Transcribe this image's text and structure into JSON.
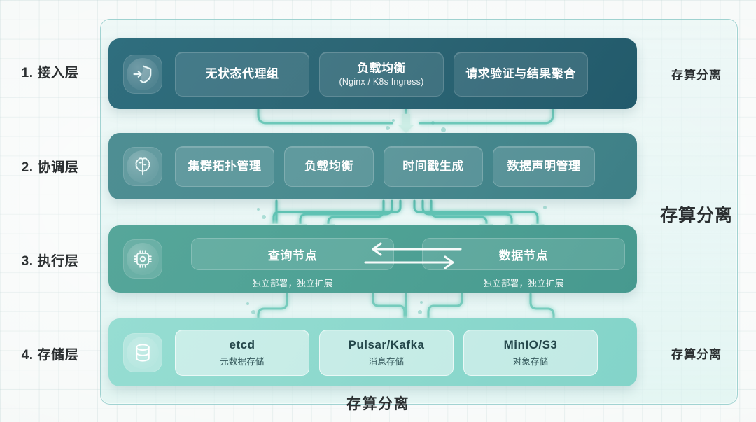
{
  "diagram": {
    "bottom_caption": "存算分离",
    "side_labels": {
      "top": "存算分离",
      "middle": "存算分离",
      "bottom": "存算分离"
    },
    "colors": {
      "layer1": "#2d6675",
      "layer2": "#4a8b90",
      "layer3": "#4fa295",
      "layer4": "#8ed9ce",
      "connector": "#6fc8bb",
      "panel_border": "#88c6c4",
      "grid": "#b4cdcd",
      "text_dark": "#2b2f31"
    },
    "layers": [
      {
        "label": "1. 接入层",
        "icon": "shield-login-icon",
        "cards": [
          {
            "title": "无状态代理组",
            "subtitle": ""
          },
          {
            "title": "负载均衡",
            "subtitle": "(Nginx / K8s Ingress)"
          },
          {
            "title": "请求验证与结果聚合",
            "subtitle": ""
          }
        ]
      },
      {
        "label": "2. 协调层",
        "icon": "brain-icon",
        "cards": [
          {
            "title": "集群拓扑管理",
            "subtitle": ""
          },
          {
            "title": "负载均衡",
            "subtitle": ""
          },
          {
            "title": "时间戳生成",
            "subtitle": ""
          },
          {
            "title": "数据声明管理",
            "subtitle": ""
          }
        ]
      },
      {
        "label": "3. 执行层",
        "icon": "cpu-chip-icon",
        "nodes": [
          {
            "title": "查询节点",
            "subtitle": "独立部署，独立扩展"
          },
          {
            "title": "数据节点",
            "subtitle": "独立部署，独立扩展"
          }
        ]
      },
      {
        "label": "4. 存储层",
        "icon": "database-icon",
        "cards": [
          {
            "title": "etcd",
            "subtitle": "元数据存储"
          },
          {
            "title": "Pulsar/Kafka",
            "subtitle": "消息存储"
          },
          {
            "title": "MinIO/S3",
            "subtitle": "对象存储"
          }
        ]
      }
    ]
  }
}
